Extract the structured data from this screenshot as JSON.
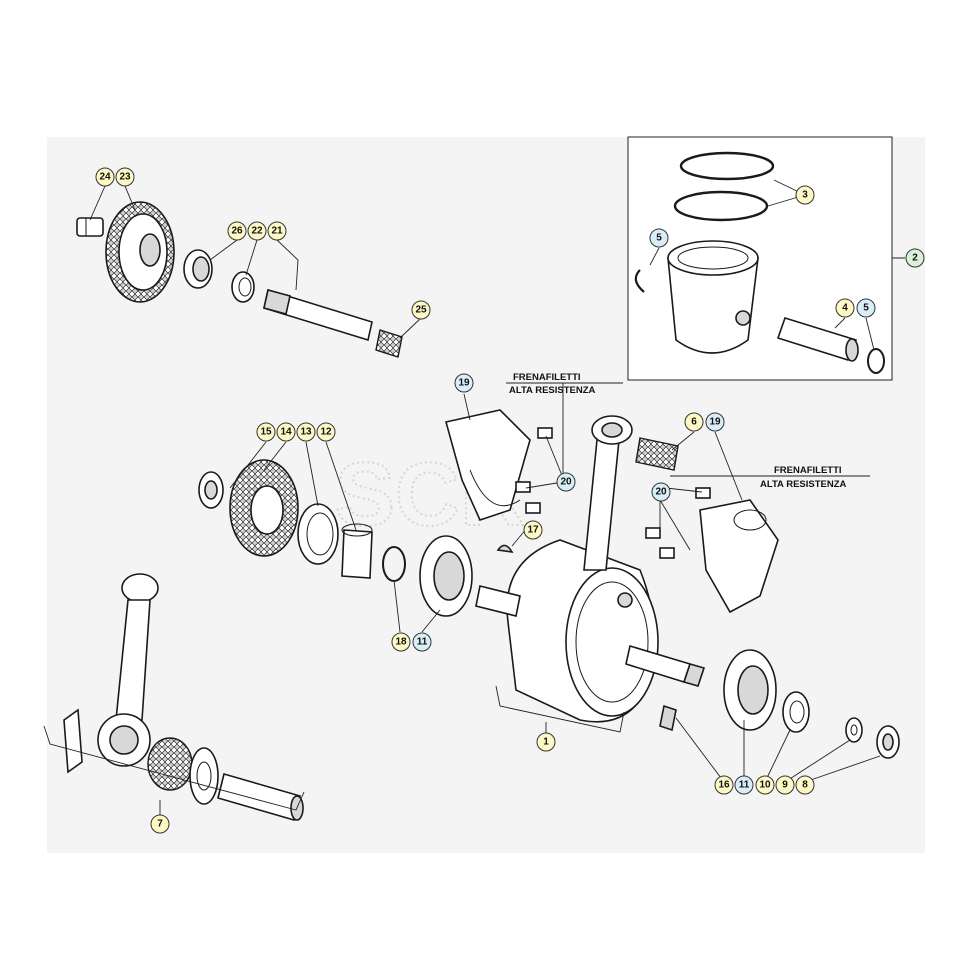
{
  "colors": {
    "part_yellow": "#fdf8c4",
    "part_blue": "#d9eef8",
    "sheet": "#f4f4f4",
    "line": "#1a1a1a"
  },
  "notes": {
    "threadlock_1_line1": "FRENAFILETTI",
    "threadlock_1_line2": "ALTA RESISTENZA",
    "threadlock_2_line1": "FRENAFILETTI",
    "threadlock_2_line2": "ALTA RESISTENZA"
  },
  "watermark": "SCR",
  "callouts": [
    {
      "id": "c24",
      "label": "24",
      "color": "yellow"
    },
    {
      "id": "c23",
      "label": "23",
      "color": "yellow"
    },
    {
      "id": "c26",
      "label": "26",
      "color": "yellow"
    },
    {
      "id": "c22",
      "label": "22",
      "color": "yellow"
    },
    {
      "id": "c21",
      "label": "21",
      "color": "yellow"
    },
    {
      "id": "c25",
      "label": "25",
      "color": "yellow"
    },
    {
      "id": "c3",
      "label": "3",
      "color": "yellow"
    },
    {
      "id": "c2",
      "label": "2",
      "color": "green"
    },
    {
      "id": "c5a",
      "label": "5",
      "color": "blue"
    },
    {
      "id": "c4",
      "label": "4",
      "color": "yellow"
    },
    {
      "id": "c5b",
      "label": "5",
      "color": "blue"
    },
    {
      "id": "c19a",
      "label": "19",
      "color": "blue"
    },
    {
      "id": "c6",
      "label": "6",
      "color": "yellow"
    },
    {
      "id": "c19b",
      "label": "19",
      "color": "blue"
    },
    {
      "id": "c15",
      "label": "15",
      "color": "yellow"
    },
    {
      "id": "c14",
      "label": "14",
      "color": "yellow"
    },
    {
      "id": "c13",
      "label": "13",
      "color": "yellow"
    },
    {
      "id": "c12",
      "label": "12",
      "color": "yellow"
    },
    {
      "id": "c20a",
      "label": "20",
      "color": "blue"
    },
    {
      "id": "c20b",
      "label": "20",
      "color": "blue"
    },
    {
      "id": "c17",
      "label": "17",
      "color": "yellow"
    },
    {
      "id": "c18",
      "label": "18",
      "color": "yellow"
    },
    {
      "id": "c11a",
      "label": "11",
      "color": "blue"
    },
    {
      "id": "c1",
      "label": "1",
      "color": "yellow"
    },
    {
      "id": "c7",
      "label": "7",
      "color": "yellow"
    },
    {
      "id": "c16",
      "label": "16",
      "color": "yellow"
    },
    {
      "id": "c11b",
      "label": "11",
      "color": "blue"
    },
    {
      "id": "c10",
      "label": "10",
      "color": "yellow"
    },
    {
      "id": "c9",
      "label": "9",
      "color": "yellow"
    },
    {
      "id": "c8",
      "label": "8",
      "color": "yellow"
    }
  ]
}
